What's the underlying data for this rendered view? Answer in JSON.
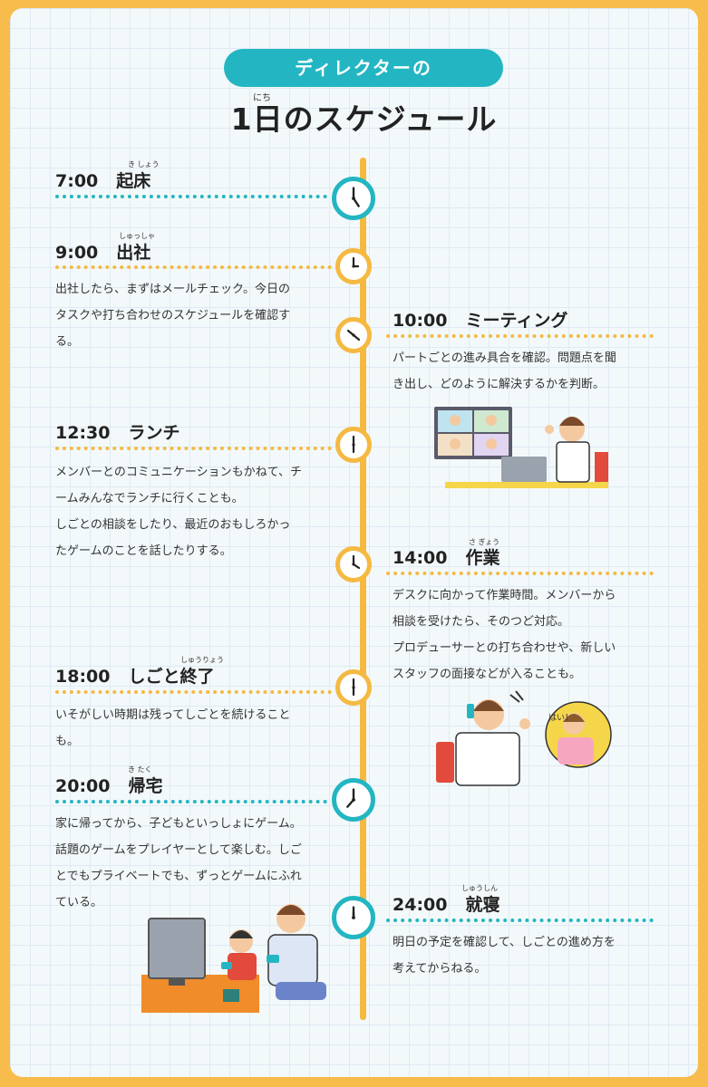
{
  "header": {
    "pill_label": "ディレクターの",
    "title": "1日のスケジュール",
    "title_ruby": "にち"
  },
  "colors": {
    "frame": "#f7bc4b",
    "accent_teal": "#23b6c2",
    "accent_yellow": "#f5b942",
    "paper": "#f3f9fa"
  },
  "events": [
    {
      "time": "7:00",
      "label": "起床",
      "ruby": "き しょう",
      "desc": []
    },
    {
      "time": "9:00",
      "label": "出社",
      "ruby": "しゅっしゃ",
      "desc": [
        "出社したら、まずはメールチェック。今日の",
        "タスクや打ち合わせのスケジュールを確認す",
        "る。"
      ]
    },
    {
      "time": "10:00",
      "label": "ミーティング",
      "ruby": "",
      "desc": [
        "パートごとの進み具合を確認。問題点を聞",
        "き出し、どのように解決するかを判断。"
      ]
    },
    {
      "time": "12:30",
      "label": "ランチ",
      "ruby": "",
      "desc": [
        "メンバーとのコミュニケーションもかねて、チ",
        "ームみんなでランチに行くことも。",
        "しごとの相談をしたり、最近のおもしろかっ",
        "たゲームのことを話したりする。"
      ]
    },
    {
      "time": "14:00",
      "label": "作業",
      "ruby": "さ ぎょう",
      "desc": [
        "デスクに向かって作業時間。メンバーから",
        "相談を受けたら、そのつど対応。",
        "プロデューサーとの打ち合わせや、新しい",
        "スタッフの面接などが入ることも。"
      ]
    },
    {
      "time": "18:00",
      "label": "しごと終了",
      "ruby": "しゅうりょう",
      "desc": [
        "いそがしい時期は残ってしごとを続けること",
        "も。"
      ]
    },
    {
      "time": "20:00",
      "label": "帰宅",
      "ruby": "き たく",
      "desc": [
        "家に帰ってから、子どもといっしょにゲーム。",
        "話題のゲームをプレイヤーとして楽しむ。しご",
        "とでもプライベートでも、ずっとゲームにふれ",
        "ている。"
      ]
    },
    {
      "time": "24:00",
      "label": "就寝",
      "ruby": "しゅうしん",
      "desc": [
        "明日の予定を確認して、しごとの進め方を",
        "考えてからねる。"
      ]
    }
  ],
  "icons": {
    "clock": "clock-icon",
    "speech": "はい！"
  }
}
